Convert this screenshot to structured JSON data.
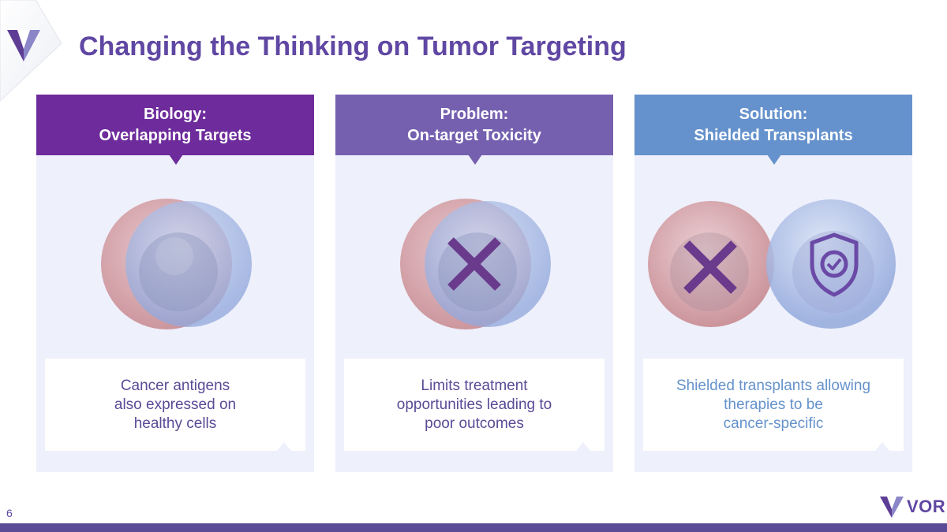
{
  "slide": {
    "title": "Changing the Thinking on Tumor Targeting",
    "page_number": "6"
  },
  "brand": {
    "logo_text": "VOR",
    "corner_logo_icon": "v-logo-icon"
  },
  "colors": {
    "title": "#6047a3",
    "panel_background": "#eef0fb",
    "header_biology": "#6d2b9b",
    "header_problem": "#7560b0",
    "header_solution": "#6592cc",
    "text_purple": "#5b4a96",
    "text_blue": "#6592cc",
    "cancer_cell": "#d69a9f",
    "healthy_cell": "#9fb4e0",
    "cross": "#6a3a8c",
    "bottom_bar": "#5b4a96"
  },
  "panels": [
    {
      "header_line1": "Biology:",
      "header_line2": "Overlapping Targets",
      "description": [
        "Cancer antigens",
        "also expressed on",
        "healthy cells"
      ],
      "illustration": "overlapping-cells"
    },
    {
      "header_line1": "Problem:",
      "header_line2": "On-target Toxicity",
      "description": [
        "Limits treatment",
        "opportunities leading to",
        "poor outcomes"
      ],
      "illustration": "overlapping-cells-with-cross-icon"
    },
    {
      "header_line1": "Solution:",
      "header_line2": "Shielded Transplants",
      "description": [
        "Shielded transplants allowing",
        "therapies to be",
        "cancer-specific"
      ],
      "illustration": "separated-cells-cross-icon-and-shield-check-icon"
    }
  ]
}
